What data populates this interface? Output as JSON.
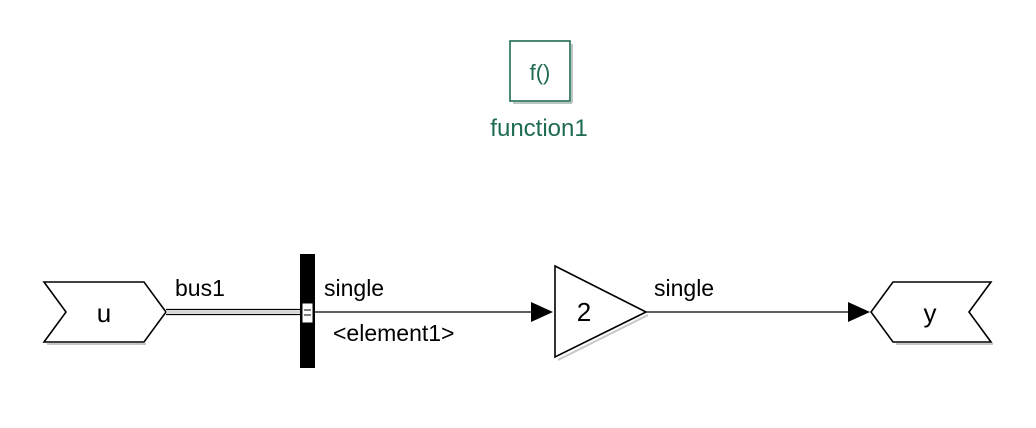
{
  "colors": {
    "line": "#000000",
    "block_fill": "#ffffff",
    "function_accent": "#1f6b4f"
  },
  "function_block": {
    "symbol": "f()",
    "name": "function1"
  },
  "inport": {
    "label": "u"
  },
  "outport": {
    "label": "y"
  },
  "signals": {
    "bus_in": "bus1",
    "selector_out": "single",
    "selected_element": "<element1>",
    "gain_out": "single"
  },
  "gain": {
    "value": "2"
  }
}
